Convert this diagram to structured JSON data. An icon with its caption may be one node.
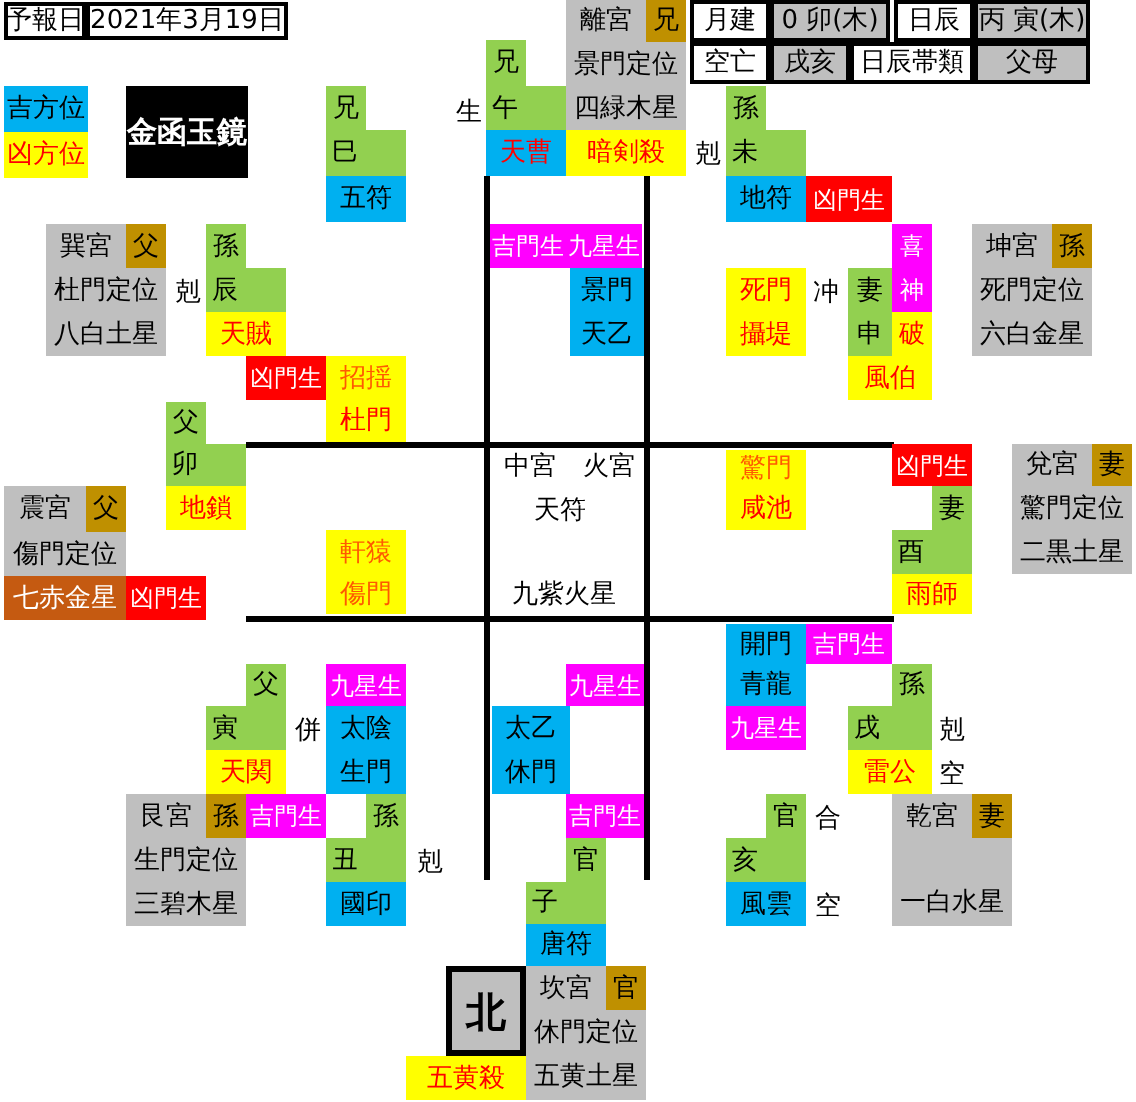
{
  "diagram": {
    "labels": [
      "予報日",
      "2021年3月19日",
      "離宮",
      "兄",
      "月建",
      "0 卯(木)",
      "日辰",
      "丙 寅(木)",
      "兄",
      "景門定位",
      "空亡",
      "戌亥",
      "日辰帯類",
      "父母",
      "吉方位",
      "金函玉鏡",
      "兄",
      "生",
      "午",
      "四緑木星",
      "孫",
      "凶方位",
      "巳",
      "天曹",
      "暗剣殺",
      "剋",
      "未",
      "五符",
      "地符",
      "凶門生",
      "巽宮",
      "父",
      "孫",
      "吉門生",
      "九星生",
      "喜",
      "坤宮",
      "孫",
      "杜門定位",
      "剋",
      "辰",
      "景門",
      "死門",
      "冲",
      "妻",
      "神",
      "死門定位",
      "八白土星",
      "天賊",
      "天乙",
      "攝堤",
      "申",
      "破",
      "六白金星",
      "凶門生",
      "招揺",
      "風伯",
      "父",
      "杜門",
      "卯",
      "中宮",
      "火宮",
      "驚門",
      "凶門生",
      "兌宮",
      "妻",
      "震宮",
      "父",
      "地鎖",
      "天符",
      "咸池",
      "妻",
      "驚門定位",
      "傷門定位",
      "軒猿",
      "酉",
      "二黒土星",
      "七赤金星",
      "凶門生",
      "傷門",
      "九紫火星",
      "雨師",
      "開門",
      "吉門生",
      "父",
      "九星生",
      "九星生",
      "青龍",
      "孫",
      "寅",
      "併",
      "太陰",
      "太乙",
      "九星生",
      "戌",
      "剋",
      "天関",
      "生門",
      "休門",
      "雷公",
      "空",
      "艮宮",
      "孫",
      "吉門生",
      "孫",
      "吉門生",
      "官",
      "合",
      "乾宮",
      "妻",
      "生門定位",
      "丑",
      "剋",
      "官",
      "亥",
      "三碧木星",
      "國印",
      "子",
      "風雲",
      "空",
      "一白水星",
      "唐符",
      "北",
      "坎宮",
      "官",
      "休門定位",
      "五黄殺",
      "五黄土星"
    ]
  }
}
